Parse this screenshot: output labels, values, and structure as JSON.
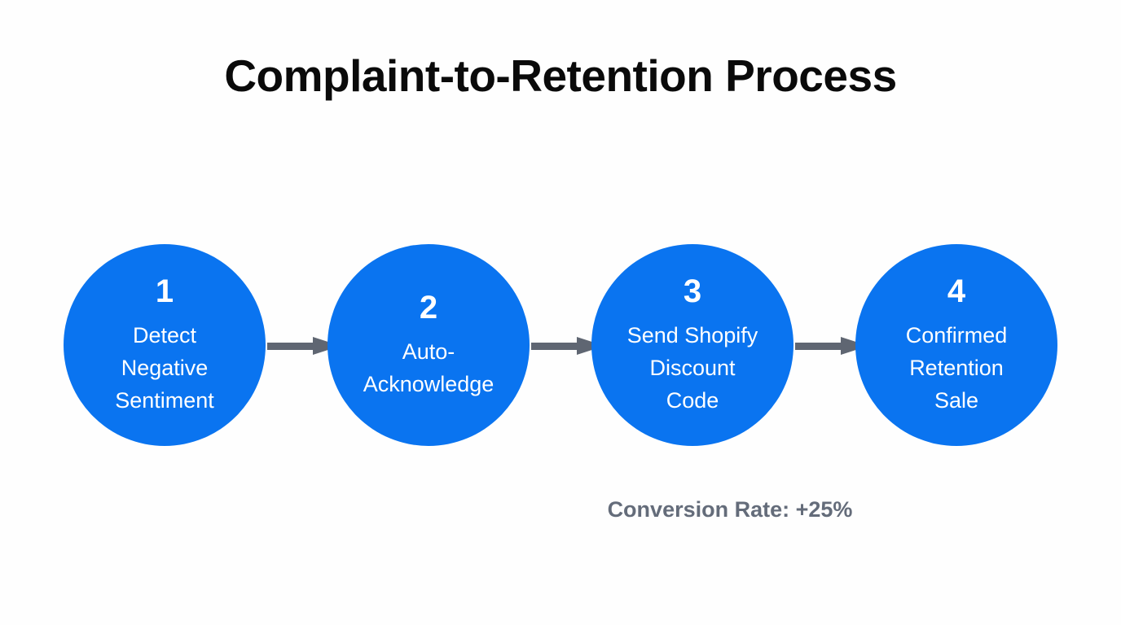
{
  "page": {
    "title": "Complaint-to-Retention Process",
    "background_color": "#fefefe"
  },
  "theme": {
    "node_fill": "#0a74f0",
    "node_text": "#ffffff",
    "arrow_color": "#5f6672",
    "title_color": "#0a0a0a",
    "caption_color": "#646c7a"
  },
  "diagram": {
    "type": "linear-process-flow",
    "orientation": "horizontal",
    "node_shape": "circle",
    "step_count": 4,
    "steps": [
      {
        "number": "1",
        "label": "Detect\nNegative\nSentiment"
      },
      {
        "number": "2",
        "label": "Auto-\nAcknowledge"
      },
      {
        "number": "3",
        "label": "Send Shopify\nDiscount\nCode"
      },
      {
        "number": "4",
        "label": "Confirmed\nRetention\nSale"
      }
    ],
    "connectors": [
      {
        "from": "1",
        "to": "2",
        "icon": "arrow-right-icon"
      },
      {
        "from": "2",
        "to": "3",
        "icon": "arrow-right-icon"
      },
      {
        "from": "3",
        "to": "4",
        "icon": "arrow-right-icon"
      }
    ]
  },
  "caption": {
    "text": "Conversion Rate: +25%"
  }
}
